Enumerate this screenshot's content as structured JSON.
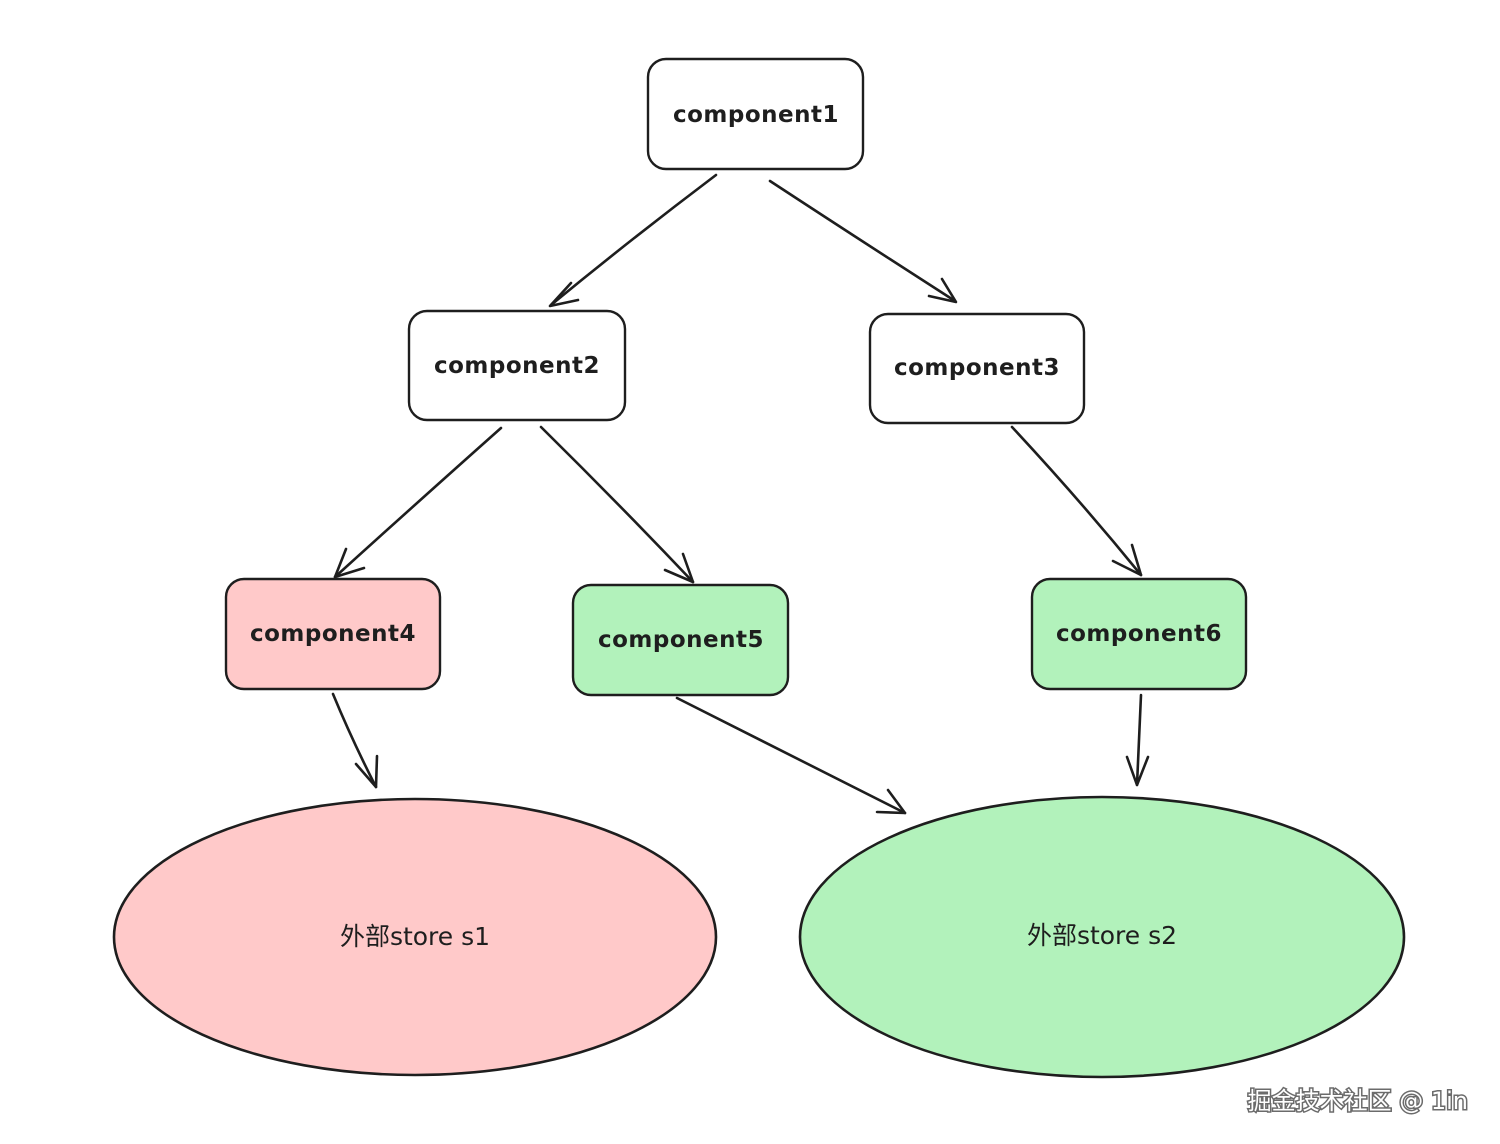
{
  "colors": {
    "stroke": "#1e1e1e",
    "white_fill": "#ffffff",
    "red_fill": "#ffc9c9",
    "green_fill": "#b2f2bb",
    "watermark": "#ffffff"
  },
  "nodes": [
    {
      "id": "c1",
      "label": "component1",
      "fill": "white"
    },
    {
      "id": "c2",
      "label": "component2",
      "fill": "white"
    },
    {
      "id": "c3",
      "label": "component3",
      "fill": "white"
    },
    {
      "id": "c4",
      "label": "component4",
      "fill": "red"
    },
    {
      "id": "c5",
      "label": "component5",
      "fill": "green"
    },
    {
      "id": "c6",
      "label": "component6",
      "fill": "green"
    }
  ],
  "stores": [
    {
      "id": "s1",
      "label": "外部store s1",
      "fill": "red"
    },
    {
      "id": "s2",
      "label": "外部store s2",
      "fill": "green"
    }
  ],
  "edges": [
    {
      "from": "c1",
      "to": "c2"
    },
    {
      "from": "c1",
      "to": "c3"
    },
    {
      "from": "c2",
      "to": "c4"
    },
    {
      "from": "c2",
      "to": "c5"
    },
    {
      "from": "c3",
      "to": "c6"
    },
    {
      "from": "c4",
      "to": "s1"
    },
    {
      "from": "c5",
      "to": "s2"
    },
    {
      "from": "c6",
      "to": "s2"
    }
  ],
  "watermark": "掘金技术社区 @ 1in"
}
